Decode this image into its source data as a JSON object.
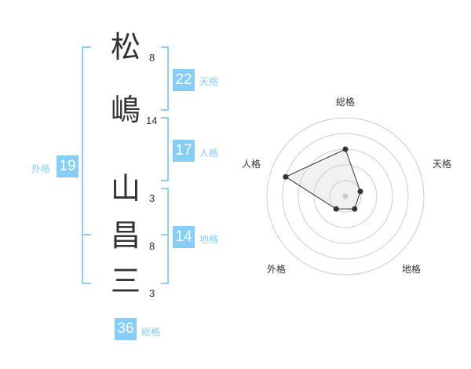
{
  "name": {
    "characters": [
      {
        "char": "松",
        "strokes": "8"
      },
      {
        "char": "嶋",
        "strokes": "14"
      },
      {
        "char": "山",
        "strokes": "3"
      },
      {
        "char": "昌",
        "strokes": "8"
      },
      {
        "char": "三",
        "strokes": "3"
      }
    ]
  },
  "fortunes": {
    "tenkaku": {
      "value": "22",
      "label": "天格"
    },
    "jinkaku": {
      "value": "17",
      "label": "人格"
    },
    "chikaku": {
      "value": "14",
      "label": "地格"
    },
    "gaikaku": {
      "value": "19",
      "label": "外格"
    },
    "soukaku": {
      "value": "36",
      "label": "総格"
    }
  },
  "colors": {
    "accent": "#86cdf7",
    "bracket": "#8fd0f7"
  },
  "chart_data": {
    "type": "radar",
    "axes": [
      "総格",
      "天格",
      "地格",
      "外格",
      "人格"
    ],
    "values": [
      3,
      1,
      1,
      1,
      4
    ],
    "range": [
      0,
      5
    ],
    "rings": 5
  }
}
